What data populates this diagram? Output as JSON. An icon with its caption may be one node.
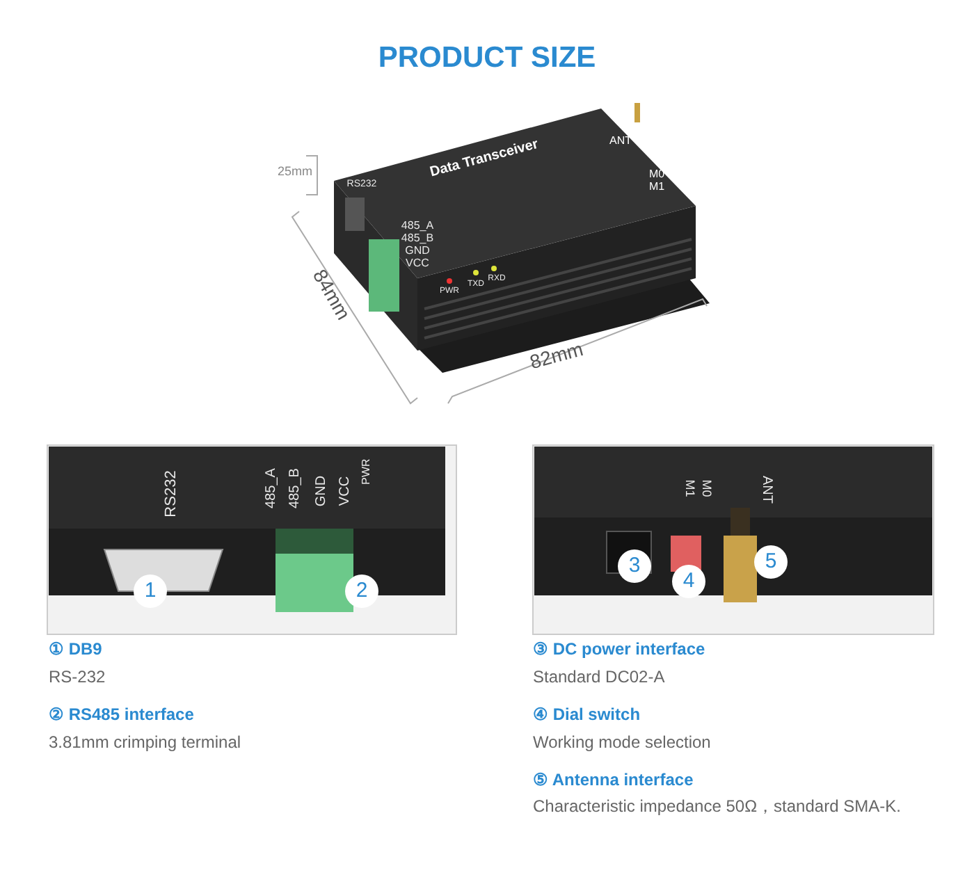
{
  "diagram": {
    "title": "PRODUCT SIZE",
    "labels": [
      "25mm",
      "84mm",
      "82mm",
      "Data Transceiver",
      "ANT",
      "RS232",
      "M0",
      "M1",
      "485_A",
      "485_B",
      "GND",
      "VCC",
      "PWR",
      "TXD",
      "RXD",
      "RS232",
      "485_A",
      "485_B",
      "GND",
      "VCC",
      "PWR",
      "1",
      "2",
      "M1",
      "M0",
      "ANT",
      "3",
      "4",
      "5",
      "① DB9",
      "RS-232",
      "② RS485 interface",
      "3.81mm crimping terminal",
      "③ DC power interface",
      "Standard DC02-A",
      "④ Dial switch",
      "Working mode selection",
      "⑤ Antenna interface",
      "Characteristic impedance 50Ω，standard SMA-K."
    ]
  }
}
